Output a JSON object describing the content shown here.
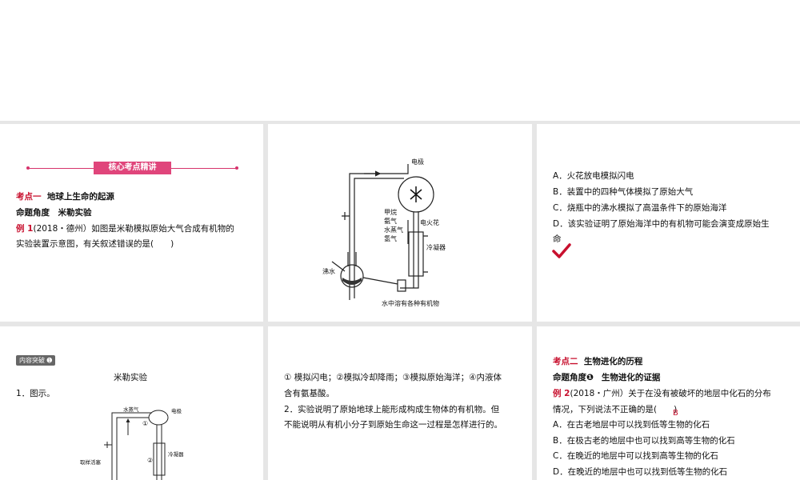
{
  "slide1": {
    "banner": "核心考点精讲",
    "kaodian_label": "考点一",
    "kaodian_title": "地球上生命的起源",
    "mingti": "命题角度　米勒实验",
    "example_label": "例 1",
    "example_text": "(2018・德州）如图是米勒模拟原始大气合成有机物的",
    "example_text2": "实验装置示意图，有关叙述错误的是(　　)"
  },
  "slide2": {
    "diagram_labels": {
      "electrode": "电极",
      "gases": [
        "甲烷",
        "氨气",
        "水蒸气",
        "氢气"
      ],
      "spark": "电火花",
      "condenser": "冷凝器",
      "boiling": "沸水",
      "bottom": "水中溶有各种有机物"
    }
  },
  "slide3": {
    "options": [
      "A．火花放电模拟闪电",
      "B．装置中的四种气体模拟了原始大气",
      "C．烧瓶中的沸水模拟了高温条件下的原始海洋",
      "D．该实验证明了原始海洋中的有机物可能会演变成原始生"
    ],
    "option_d_cont": "命",
    "check_color": "#c8102e"
  },
  "slide4": {
    "tag": "内容突破",
    "title": "米勒实验",
    "item1": "1．图示。",
    "diagram_labels": {
      "vapor": "水蒸气",
      "electrode": "电极",
      "circle1": "①",
      "circle2": "②",
      "condenser": "冷凝器",
      "sampling": "取样活塞"
    }
  },
  "slide5": {
    "line1": "① 模拟闪电；②模拟冷却降雨；③模拟原始海洋；④内液体",
    "line2": "含有氨基酸。",
    "line3": "2．实验说明了原始地球上能形成构成生物体的有机物。但",
    "line4": "不能说明从有机小分子到原始生命这一过程是怎样进行的。"
  },
  "slide6": {
    "kaodian_label": "考点二",
    "kaodian_title": "生物进化的历程",
    "mingti": "命题角度",
    "mingti_num": "❶",
    "mingti_title": "生物进化的证据",
    "example_label": "例 2",
    "example_text": "(2018・广州）关于在没有被破坏的地层中化石的分布",
    "example_text2": "情况，下列说法不正确的是(　　)",
    "answer": "B",
    "options": [
      "A．在古老地层中可以找到低等生物的化石",
      "B．在极古老的地层中也可以找到高等生物的化石",
      "C．在晚近的地层中可以找到高等生物的化石",
      "D．在晚近的地层中也可以找到低等生物的化石"
    ]
  }
}
